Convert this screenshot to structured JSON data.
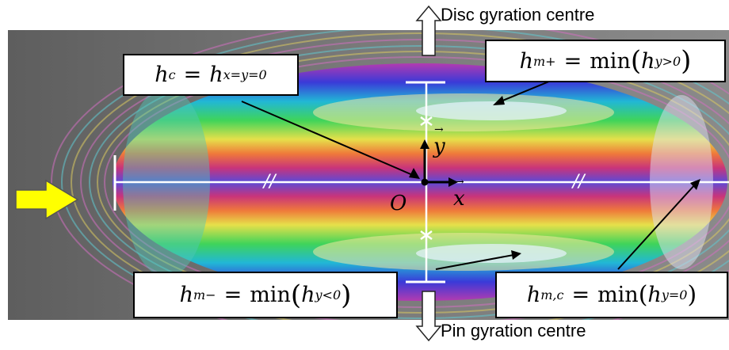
{
  "captions": {
    "top": "Disc gyration centre",
    "bottom": "Pin gyration centre"
  },
  "equations": {
    "hc": {
      "lhs_var": "h",
      "lhs_sub": "c",
      "rhs_var": "h",
      "rhs_sub": "x=y=0"
    },
    "hm_plus": {
      "lhs_var": "h",
      "lhs_sub": "m+",
      "fn": "min",
      "rhs_var": "h",
      "rhs_sub": "y>0"
    },
    "hm_minus": {
      "lhs_var": "h",
      "lhs_sub": "m−",
      "fn": "min",
      "rhs_var": "h",
      "rhs_sub": "y<0"
    },
    "hm_c": {
      "lhs_var": "h",
      "lhs_sub": "m,c",
      "fn": "min",
      "rhs_var": "h",
      "rhs_sub": "y=0"
    }
  },
  "axes": {
    "origin": "O",
    "x": "x",
    "y": "y",
    "tick_mark": "//"
  },
  "colors": {
    "arrow_fill": "#ffff00",
    "background": "#6e6e6e",
    "axes_lines": "#ffffff"
  },
  "icons": {
    "flow_arrow": "yellow-arrow-icon",
    "up_arrow": "hollow-up-arrow-icon",
    "down_arrow": "hollow-down-arrow-icon"
  }
}
